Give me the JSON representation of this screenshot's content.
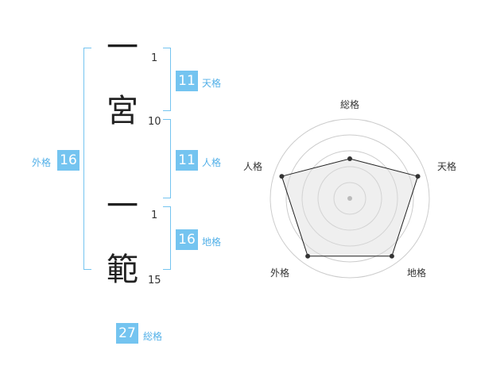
{
  "name_chars": [
    {
      "char": "一",
      "strokes": "1"
    },
    {
      "char": "宮",
      "strokes": "10"
    },
    {
      "char": "一",
      "strokes": "1"
    },
    {
      "char": "範",
      "strokes": "15"
    }
  ],
  "fortunes": {
    "tenkaku": {
      "label": "天格",
      "value": "11"
    },
    "jinkaku": {
      "label": "人格",
      "value": "11"
    },
    "chikaku": {
      "label": "地格",
      "value": "16"
    },
    "gaikaku": {
      "label": "外格",
      "value": "16"
    },
    "soukaku": {
      "label": "総格",
      "value": "27"
    }
  },
  "colors": {
    "accent": "#74c4f0",
    "label": "#52b0e8"
  },
  "chart_data": {
    "type": "radar",
    "axes": [
      "総格",
      "天格",
      "地格",
      "外格",
      "人格"
    ],
    "values": [
      2.5,
      4.5,
      4.5,
      4.5,
      4.5
    ],
    "max": 5,
    "rings": 5
  }
}
